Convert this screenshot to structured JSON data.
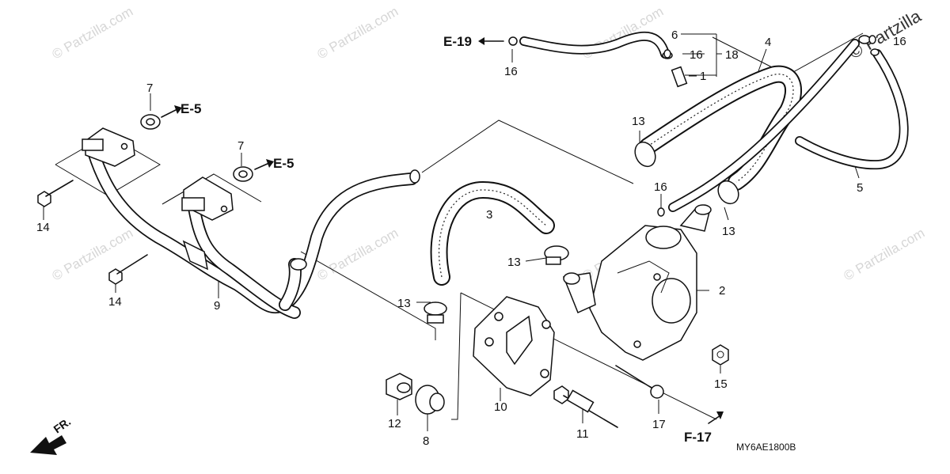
{
  "diagram": {
    "code": "MY6AE1800B",
    "direction_label": "FR.",
    "watermark": "© Partzilla.com",
    "watermark_corner": "© Partzilla",
    "part_numbers": {
      "p1": "1",
      "p2": "2",
      "p3": "3",
      "p4": "4",
      "p5": "5",
      "p6": "6",
      "p7a": "7",
      "p7b": "7",
      "p8": "8",
      "p9": "9",
      "p10": "10",
      "p11": "11",
      "p12": "12",
      "p13a": "13",
      "p13b": "13",
      "p13c": "13",
      "p13d": "13",
      "p14a": "14",
      "p14b": "14",
      "p15": "15",
      "p16a": "16",
      "p16b": "16",
      "p16c": "16",
      "p16d": "16",
      "p17": "17",
      "p18": "18"
    },
    "references": {
      "e19": "E-19",
      "e5a": "E-5",
      "e5b": "E-5",
      "f17": "F-17"
    }
  }
}
